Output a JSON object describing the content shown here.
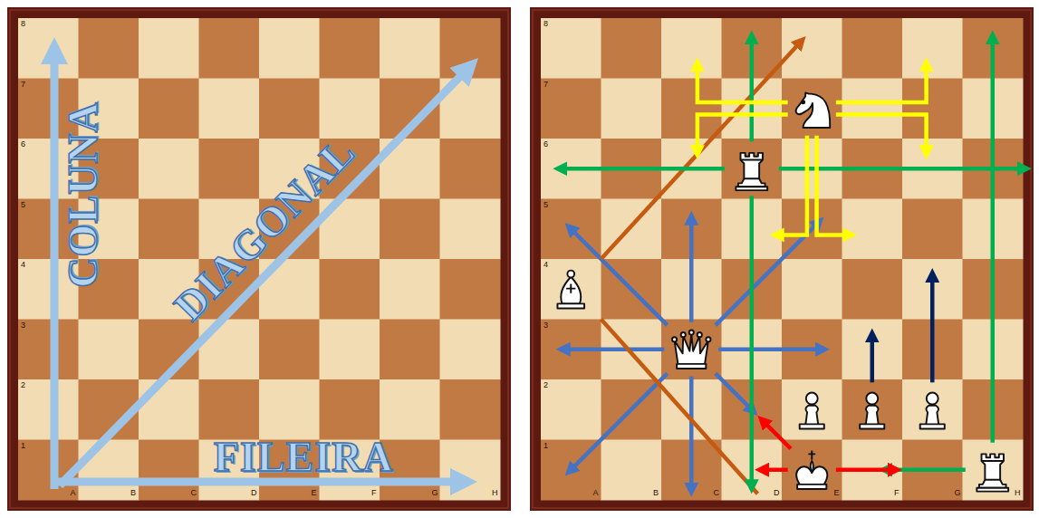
{
  "diagram": {
    "labels": [
      "COLUNA",
      "DIAGONAL",
      "FILEIRA",
      "8",
      "7",
      "6",
      "5",
      "4",
      "3",
      "2",
      "1",
      "A",
      "B",
      "C",
      "D",
      "E",
      "F",
      "G",
      "H",
      "8",
      "7",
      "6",
      "5",
      "4",
      "3",
      "2",
      "1",
      "A",
      "B",
      "C",
      "D",
      "E",
      "F",
      "G",
      "H"
    ]
  }
}
